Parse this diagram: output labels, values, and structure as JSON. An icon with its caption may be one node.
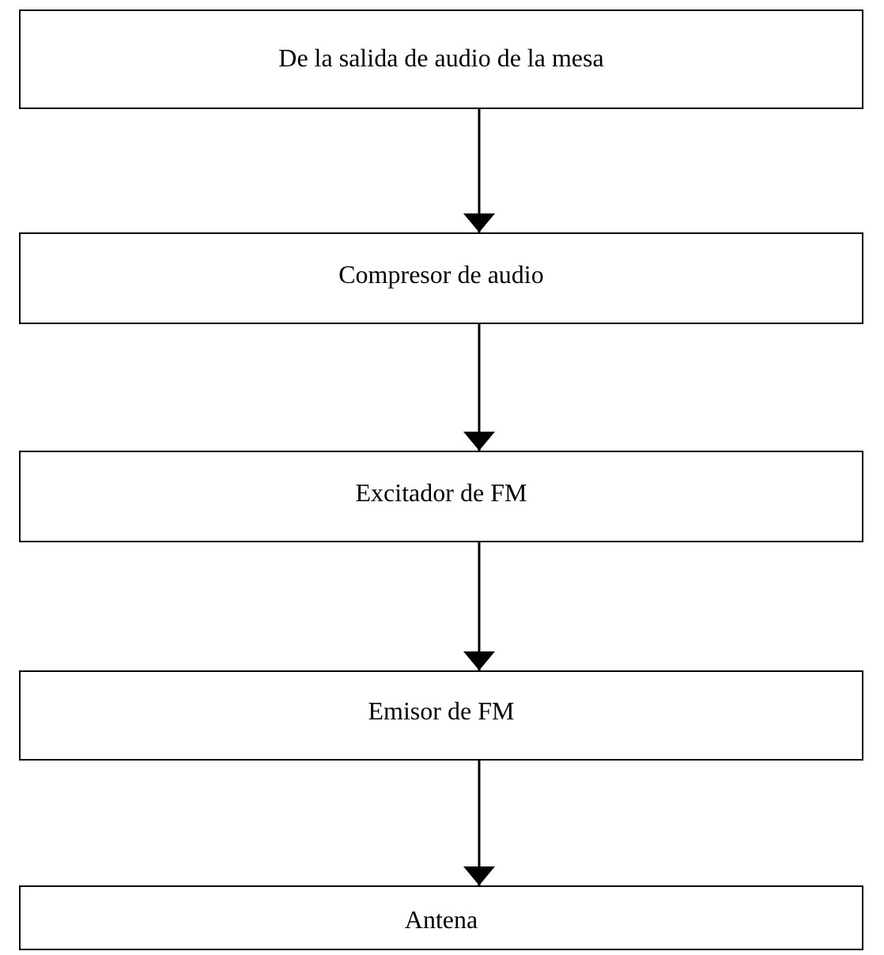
{
  "diagram": {
    "nodes": [
      {
        "text": [
          "De la salida de audio de la mesa"
        ]
      },
      {
        "text": [
          "Compresor de audio"
        ]
      },
      {
        "text": [
          "Excitador de FM"
        ]
      },
      {
        "text": [
          "Emisor de FM"
        ]
      },
      {
        "text": [
          "Antena"
        ]
      }
    ],
    "edges": [
      {
        "from": 0,
        "to": 1,
        "arrow": "to"
      },
      {
        "from": 1,
        "to": 2,
        "arrow": "to"
      },
      {
        "from": 2,
        "to": 3,
        "arrow": "to"
      },
      {
        "from": 3,
        "to": 4,
        "arrow": "to"
      }
    ]
  }
}
